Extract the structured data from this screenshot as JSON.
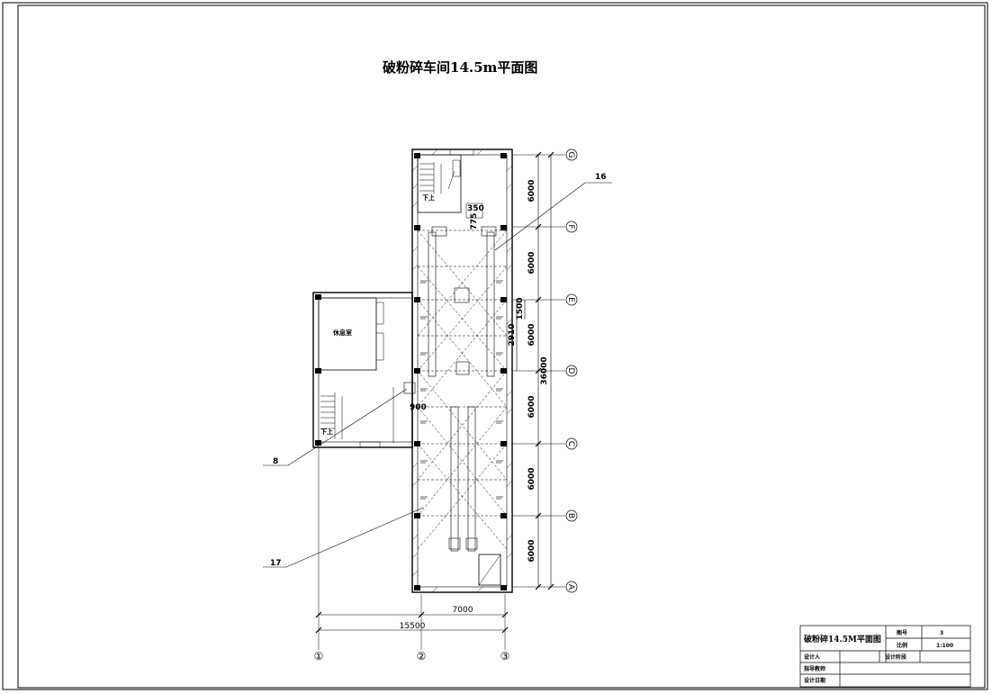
{
  "drawing": {
    "title": "破粉碎车间14.5m平面图",
    "room_label": "休息室",
    "stair_label": "下上"
  },
  "callouts": {
    "c16": "16",
    "c8": "8",
    "c17": "17"
  },
  "dimensions": {
    "vertical_bays": [
      "6000",
      "6000",
      "6000",
      "6000",
      "6000",
      "6000"
    ],
    "total_height": "36000",
    "detail_350": "350",
    "detail_775": "775",
    "detail_1500": "1500",
    "detail_2910": "2910",
    "detail_900": "900",
    "bottom_7000": "7000",
    "bottom_15500": "15500"
  },
  "axes": {
    "horizontal": [
      "①",
      "②",
      "③"
    ],
    "vertical": [
      "G",
      "F",
      "E",
      "D",
      "C",
      "B",
      "A"
    ]
  },
  "title_block": {
    "drawing_name": "破粉碎14.5M平面图",
    "figure_no_label": "图号",
    "figure_no_value": "3",
    "scale_label": "比例",
    "scale_value": "1:100",
    "designer_label": "设计人",
    "stage_label": "设计阶段",
    "advisor_label": "指导教师",
    "date_label": "设计日期"
  }
}
